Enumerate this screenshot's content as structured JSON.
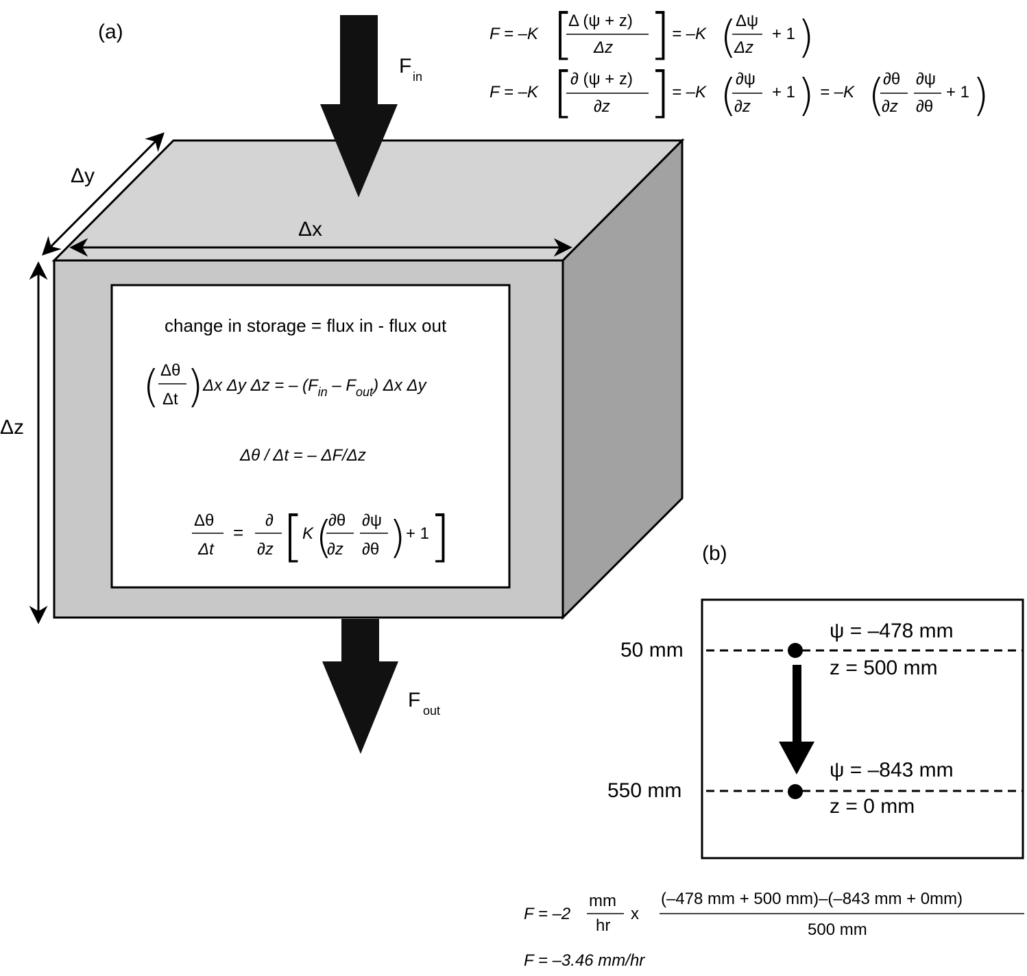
{
  "panel_a": {
    "label": "(a)",
    "flux_in": {
      "main": "F",
      "sub": "in"
    },
    "flux_out": {
      "main": "F",
      "sub": "out"
    },
    "dims": {
      "dy": "Δy",
      "dx": "Δx",
      "dz": "Δz"
    },
    "box_text": {
      "storage_title": "change in storage = flux in - flux out",
      "eq1": {
        "frac_num": "Δθ",
        "frac_den": "Δt",
        "lhs_rest": "Δx Δy Δz = – (F",
        "sub_in": "in",
        "minus_f": " – F",
        "sub_out": "out",
        "rhs_rest": ") Δx Δy"
      },
      "eq2": "Δθ / Δt = – ΔF/Δz",
      "eq3": {
        "lhs_num": "Δθ",
        "lhs_den": "Δt",
        "equals": "=",
        "op_num": "∂",
        "op_den": "∂z",
        "k": "K",
        "f1_num": "∂θ",
        "f1_den": "∂z",
        "f2_num": "∂ψ",
        "f2_den": "∂θ",
        "plus_one": "+ 1"
      }
    },
    "top_eq1": {
      "lhs": "F = –K",
      "num": "Δ (ψ + z)",
      "den": "Δz",
      "mid": "= –K",
      "f_num": "Δψ",
      "f_den": "Δz",
      "plus_one": "+ 1"
    },
    "top_eq2": {
      "lhs": "F = –K",
      "num": "∂ (ψ + z)",
      "den": "∂z",
      "mid": "= –K",
      "f_num": "∂ψ",
      "f_den": "∂z",
      "plus_one": "+ 1",
      "mid2": "= –K",
      "g1_num": "∂θ",
      "g1_den": "∂z",
      "g2_num": "∂ψ",
      "g2_den": "∂θ",
      "plus_one_b": "+ 1"
    }
  },
  "panel_b": {
    "label": "(b)",
    "depth_top": "50 mm",
    "depth_bottom": "550 mm",
    "psi_top": "ψ = –478 mm",
    "z_top": "z = 500 mm",
    "psi_bottom": "ψ = –843 mm",
    "z_bottom": "z = 0 mm"
  },
  "calc": {
    "lhs": "F = –2",
    "unit_num": "mm",
    "unit_den": "hr",
    "times": "x",
    "num": "(–478 mm + 500 mm)–(–843 mm + 0mm)",
    "den": "500 mm",
    "result": "F = –3.46 mm/hr"
  },
  "colors": {
    "box_front": "#c8c8c8",
    "box_top": "#d4d4d4",
    "box_side": "#a2a2a2",
    "arrow": "#111111"
  }
}
